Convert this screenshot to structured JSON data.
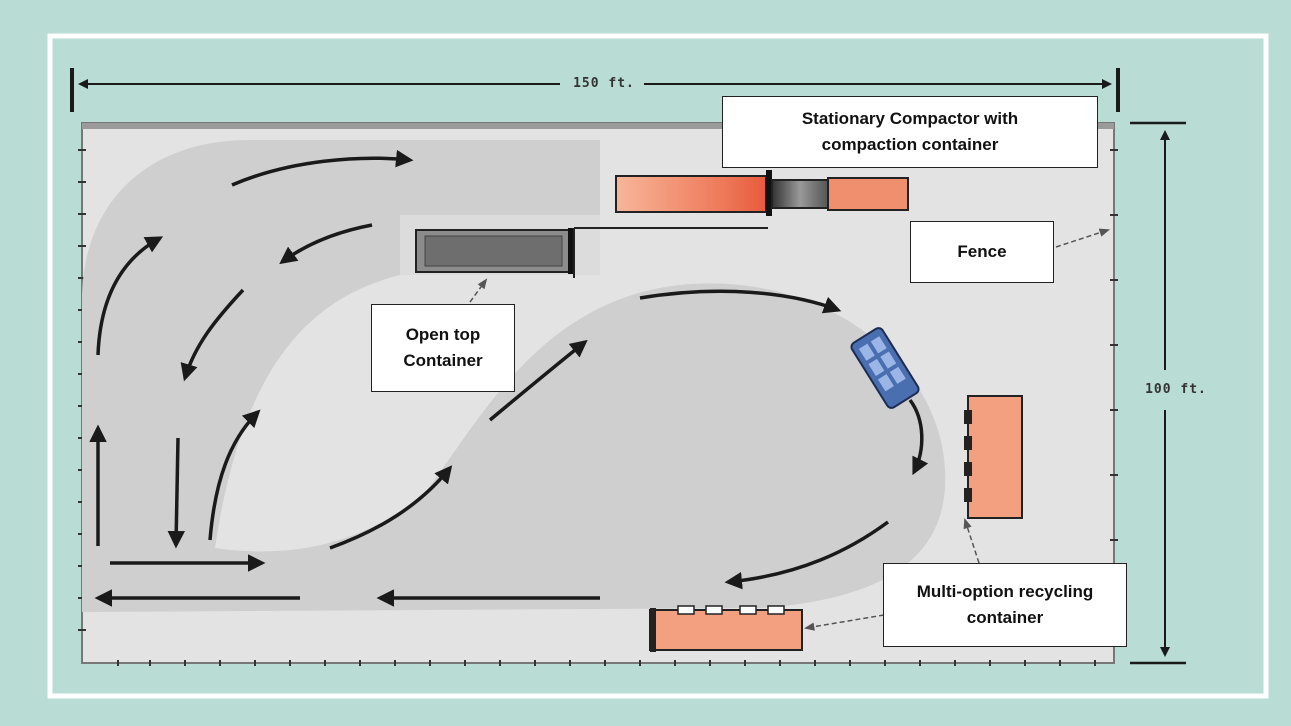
{
  "dimensions": {
    "width_label": "150 ft.",
    "height_label": "100 ft."
  },
  "labels": {
    "compactor": "Stationary Compactor with compaction container",
    "fence": "Fence",
    "open_top": "Open top Container",
    "multi_option": "Multi-option recycling container"
  },
  "colors": {
    "background": "#b9ddd4",
    "lot": "#e3e3e3",
    "traffic_lane": "#cfcfcf",
    "container_orange": "#f2a07f",
    "container_dark": "#6e6e6e",
    "recycler_blue": "#4a6fb0",
    "arrow": "#1a1a1a"
  },
  "icons": {
    "traffic_arrows": "curved-arrow-icon",
    "dimension_arrows": "double-arrow-icon",
    "pointer_arrows": "pointer-arrow-icon"
  }
}
